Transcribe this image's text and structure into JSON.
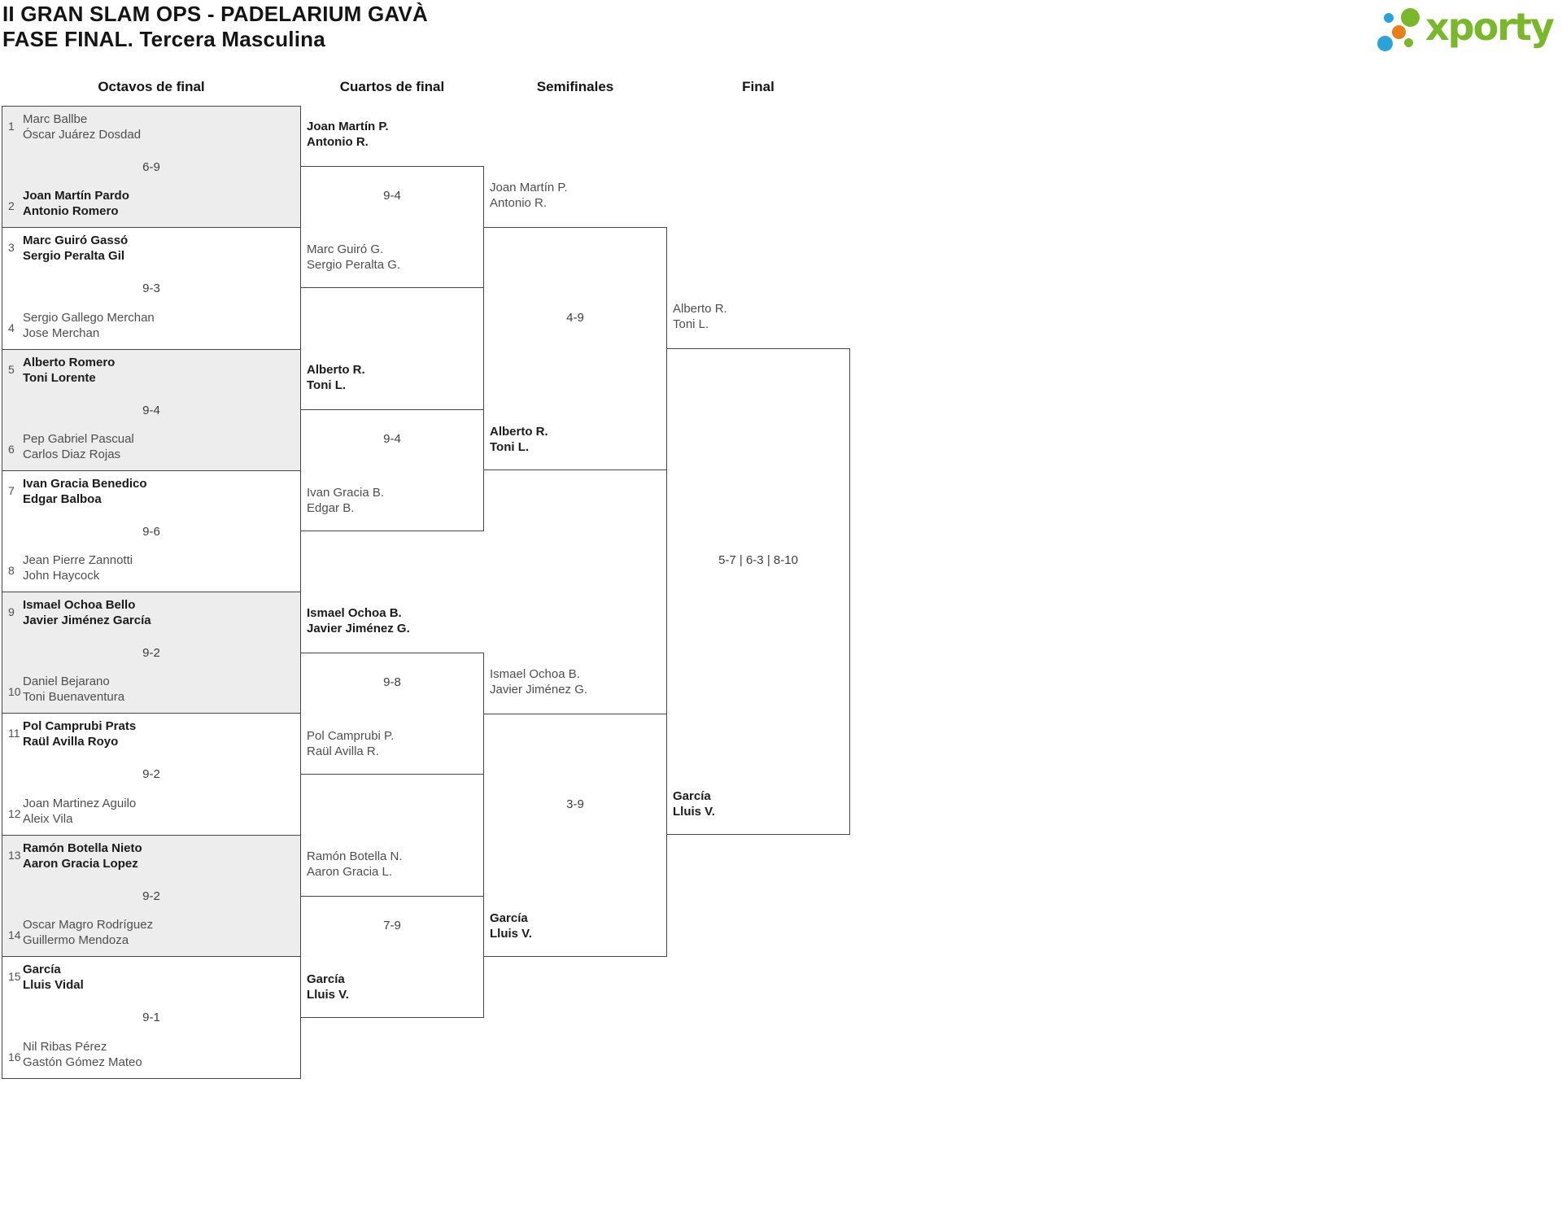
{
  "title": {
    "line1": "II GRAN SLAM OPS - PADELARIUM GAVÀ",
    "line2": "FASE FINAL. Tercera Masculina"
  },
  "logo": {
    "text": "xporty",
    "green": "#79b829",
    "blue": "#29a4db",
    "orange": "#e87e16"
  },
  "round_headers": {
    "octavos": "Octavos de final",
    "cuartos": "Cuartos de final",
    "semifinales": "Semifinales",
    "final": "Final"
  },
  "octavos": [
    {
      "seed_top": "1",
      "top1": "Marc Ballbe",
      "top2": "Óscar Juárez Dosdad",
      "score": "6-9",
      "seed_bottom": "2",
      "bot1": "Joan Martín Pardo",
      "bot2": "Antonio Romero",
      "winner": "bottom"
    },
    {
      "seed_top": "3",
      "top1": "Marc Guiró Gassó",
      "top2": "Sergio Peralta Gil",
      "score": "9-3",
      "seed_bottom": "4",
      "bot1": "Sergio Gallego Merchan",
      "bot2": "Jose Merchan",
      "winner": "top"
    },
    {
      "seed_top": "5",
      "top1": "Alberto Romero",
      "top2": "Toni Lorente",
      "score": "9-4",
      "seed_bottom": "6",
      "bot1": "Pep Gabriel Pascual",
      "bot2": "Carlos Diaz Rojas",
      "winner": "top"
    },
    {
      "seed_top": "7",
      "top1": "Ivan Gracia Benedico",
      "top2": "Edgar Balboa",
      "score": "9-6",
      "seed_bottom": "8",
      "bot1": "Jean Pierre Zannotti",
      "bot2": "John Haycock",
      "winner": "top"
    },
    {
      "seed_top": "9",
      "top1": "Ismael Ochoa Bello",
      "top2": "Javier Jiménez García",
      "score": "9-2",
      "seed_bottom": "10",
      "bot1": "Daniel Bejarano",
      "bot2": "Toni Buenaventura",
      "winner": "top"
    },
    {
      "seed_top": "11",
      "top1": "Pol Camprubi Prats",
      "top2": "Raül Avilla Royo",
      "score": "9-2",
      "seed_bottom": "12",
      "bot1": "Joan Martinez Aguilo",
      "bot2": "Aleix Vila",
      "winner": "top"
    },
    {
      "seed_top": "13",
      "top1": "Ramón Botella Nieto",
      "top2": "Aaron Gracia Lopez",
      "score": "9-2",
      "seed_bottom": "14",
      "bot1": "Oscar Magro Rodríguez",
      "bot2": "Guillermo Mendoza",
      "winner": "top"
    },
    {
      "seed_top": "15",
      "top1": "García",
      "top2": "Lluis Vidal",
      "score": "9-1",
      "seed_bottom": "16",
      "bot1": "Nil Ribas Pérez",
      "bot2": "Gastón Gómez Mateo",
      "winner": "top"
    }
  ],
  "cuartos": [
    {
      "top1": "Joan Martín P.",
      "top2": "Antonio R.",
      "score": "9-4",
      "bot1": "Marc Guiró G.",
      "bot2": "Sergio Peralta G.",
      "winner": "top"
    },
    {
      "top1": "Alberto R.",
      "top2": "Toni L.",
      "score": "9-4",
      "bot1": "Ivan Gracia B.",
      "bot2": "Edgar B.",
      "winner": "top"
    },
    {
      "top1": "Ismael Ochoa B.",
      "top2": "Javier Jiménez G.",
      "score": "9-8",
      "bot1": "Pol Camprubi P.",
      "bot2": "Raül Avilla R.",
      "winner": "top"
    },
    {
      "top1": "Ramón Botella N.",
      "top2": "Aaron Gracia L.",
      "score": "7-9",
      "bot1": "García",
      "bot2": "Lluis V.",
      "winner": "bottom"
    }
  ],
  "semifinales": [
    {
      "top1": "Joan Martín P.",
      "top2": "Antonio R.",
      "score": "4-9",
      "bot1": "Alberto R.",
      "bot2": "Toni L.",
      "winner": "bottom"
    },
    {
      "top1": "Ismael Ochoa B.",
      "top2": "Javier Jiménez G.",
      "score": "3-9",
      "bot1": "García",
      "bot2": "Lluis V.",
      "winner": "bottom"
    }
  ],
  "final": {
    "top1": "Alberto R.",
    "top2": "Toni L.",
    "score": "5-7 | 6-3 | 8-10",
    "bot1": "García",
    "bot2": "Lluis V.",
    "winner": "bottom"
  }
}
